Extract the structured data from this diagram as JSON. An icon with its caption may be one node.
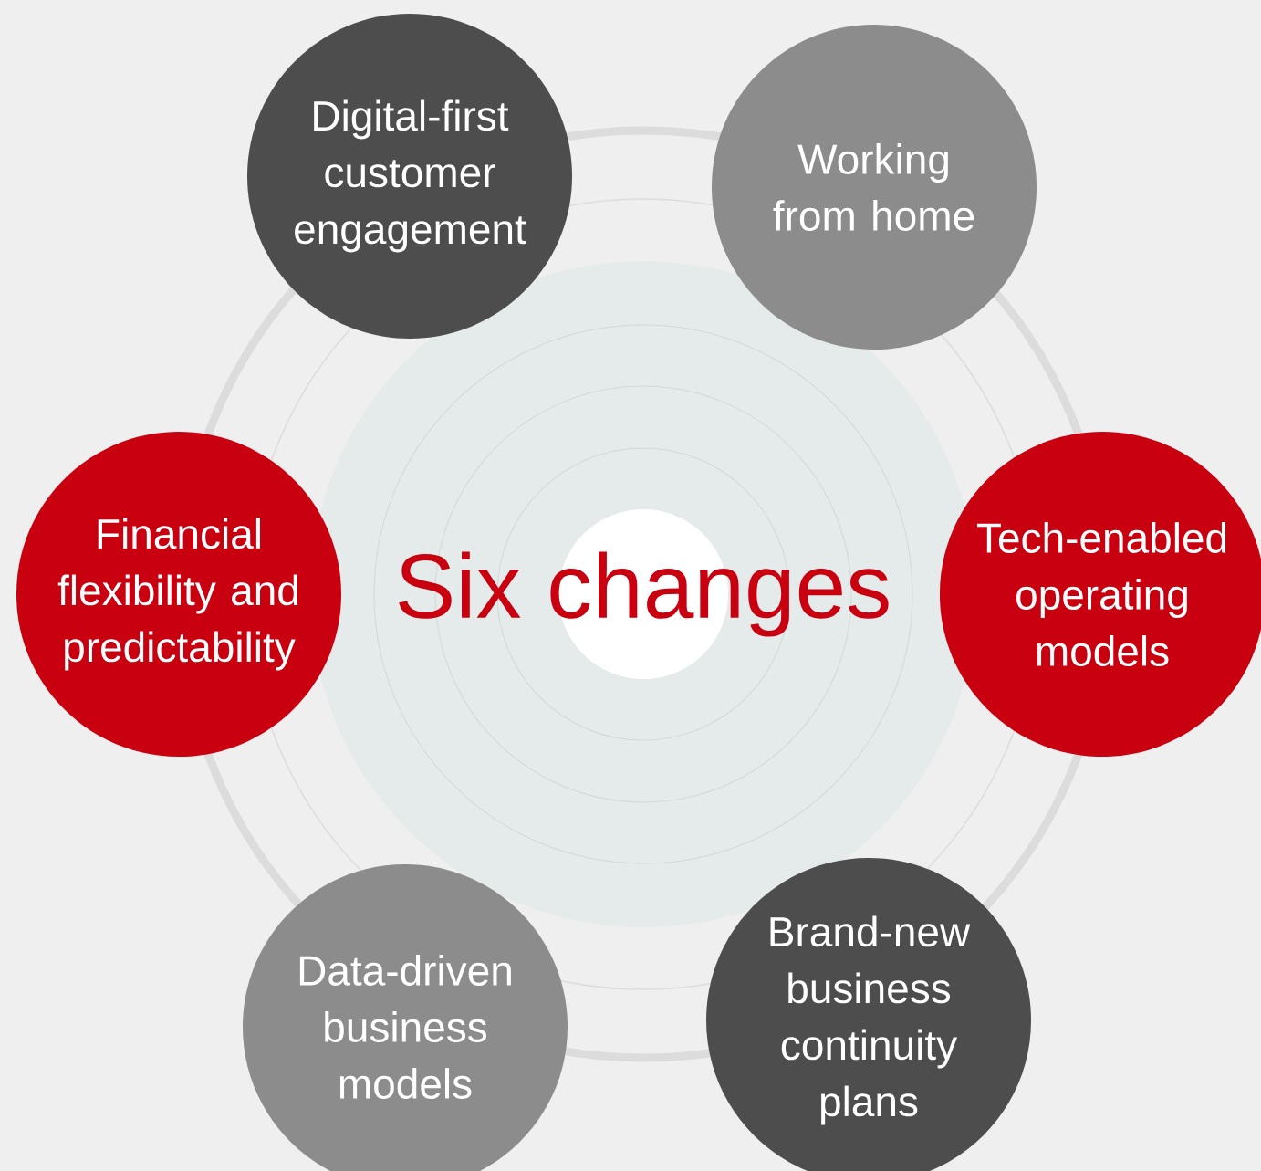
{
  "diagram": {
    "nodes": [
      {
        "text": [
          "Digital-first customer engagement"
        ]
      },
      {
        "text": [
          "Working from home"
        ]
      },
      {
        "text": [
          "Financial flexibility and predictability"
        ]
      },
      {
        "text": [
          "Six changes"
        ]
      },
      {
        "text": [
          "Tech-enabled operating models"
        ]
      },
      {
        "text": [
          "Data-driven business models"
        ]
      },
      {
        "text": [
          "Brand-new business continuity plans"
        ]
      }
    ]
  }
}
